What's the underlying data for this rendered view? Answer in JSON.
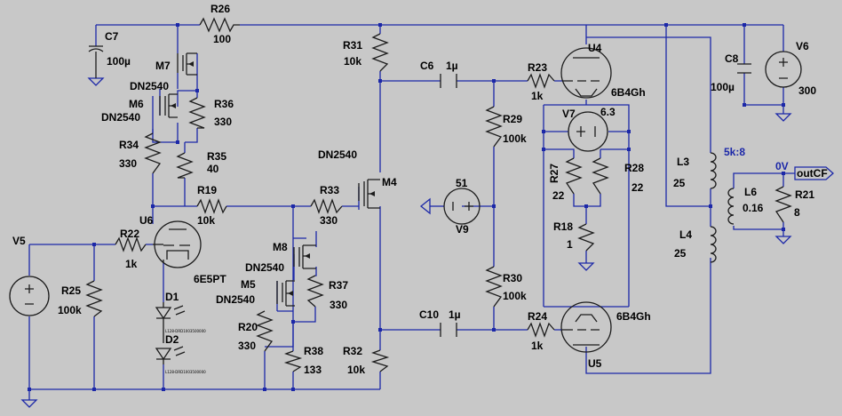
{
  "components": {
    "R26": {
      "ref": "R26",
      "value": "100"
    },
    "C7": {
      "ref": "C7",
      "value": "100µ"
    },
    "M7": {
      "ref": "M7",
      "model": "DN2540"
    },
    "M6": {
      "ref": "M6",
      "model": "DN2540"
    },
    "R36": {
      "ref": "R36",
      "value": "330"
    },
    "R34": {
      "ref": "R34",
      "value": "330"
    },
    "R35": {
      "ref": "R35",
      "value": "40"
    },
    "R19": {
      "ref": "R19",
      "value": "10k"
    },
    "U6": {
      "ref": "U6",
      "model": "6E5PT"
    },
    "R22": {
      "ref": "R22",
      "value": "1k"
    },
    "V5": {
      "ref": "V5"
    },
    "R25": {
      "ref": "R25",
      "value": "100k"
    },
    "D1": {
      "ref": "D1",
      "model": "L128-DRD1003500000"
    },
    "D2": {
      "ref": "D2",
      "model": "L128-DRD1003500000"
    },
    "R31": {
      "ref": "R31",
      "value": "10k"
    },
    "M4": {
      "ref": "M4",
      "model": "DN2540"
    },
    "R33": {
      "ref": "R33",
      "value": "330"
    },
    "M8": {
      "ref": "M8",
      "model": "DN2540"
    },
    "M5": {
      "ref": "M5",
      "model": "DN2540"
    },
    "R37": {
      "ref": "R37",
      "value": "330"
    },
    "R20": {
      "ref": "R20",
      "value": "330"
    },
    "R38": {
      "ref": "R38",
      "value": "133"
    },
    "R32": {
      "ref": "R32",
      "value": "10k"
    },
    "C6": {
      "ref": "C6",
      "value": "1µ"
    },
    "C10": {
      "ref": "C10",
      "value": "1µ"
    },
    "V9": {
      "ref": "V9",
      "value": "51"
    },
    "R29": {
      "ref": "R29",
      "value": "100k"
    },
    "R30": {
      "ref": "R30",
      "value": "100k"
    },
    "R23": {
      "ref": "R23",
      "value": "1k"
    },
    "R24": {
      "ref": "R24",
      "value": "1k"
    },
    "U4": {
      "ref": "U4",
      "model": "6B4Gh"
    },
    "U5": {
      "ref": "U5",
      "model": "6B4Gh"
    },
    "V7": {
      "ref": "V7",
      "value": "6.3"
    },
    "R27": {
      "ref": "R27",
      "value": "22"
    },
    "R28": {
      "ref": "R28",
      "value": "22"
    },
    "R18": {
      "ref": "R18",
      "value": "1"
    },
    "C8": {
      "ref": "C8",
      "value": "100µ"
    },
    "V6": {
      "ref": "V6",
      "value": "300"
    },
    "L3": {
      "ref": "L3",
      "value": "25"
    },
    "L4": {
      "ref": "L4",
      "value": "25"
    },
    "L6": {
      "ref": "L6",
      "value": "0.16"
    },
    "R21": {
      "ref": "R21",
      "value": "8"
    }
  },
  "annotations": {
    "ratio": "5k:8",
    "ov": "0V",
    "out_port": "outCF"
  },
  "colors": {
    "wire": "#1c28a8",
    "component": "#1c1c1c",
    "background": "#c8c8c8"
  }
}
